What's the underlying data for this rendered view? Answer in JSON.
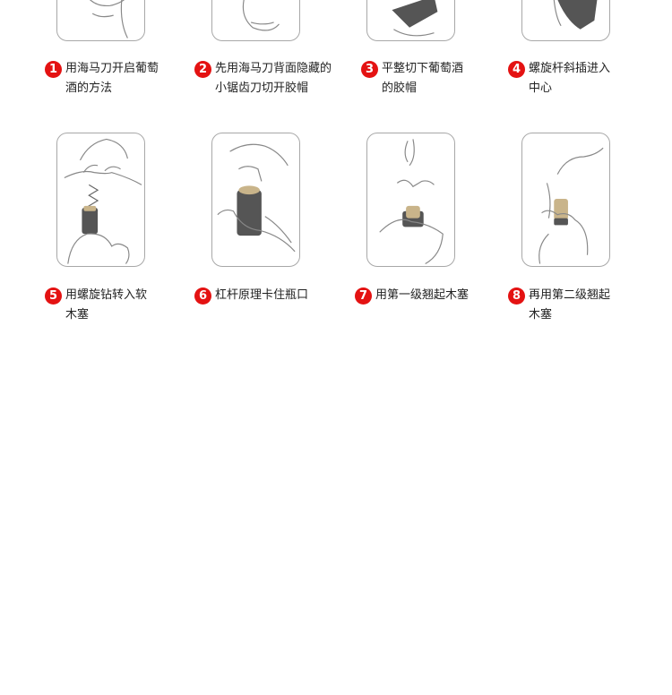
{
  "accent_color": "#e41212",
  "steps": [
    {
      "num": "1",
      "text": "用海马刀开启葡萄酒的方法"
    },
    {
      "num": "2",
      "text": "先用海马刀背面隐藏的小锯齿刀切开胶帽"
    },
    {
      "num": "3",
      "text": "平整切下葡萄酒的胶帽"
    },
    {
      "num": "4",
      "text": "螺旋杆斜插进入中心"
    },
    {
      "num": "5",
      "text": "用螺旋钻转入软木塞"
    },
    {
      "num": "6",
      "text": "杠杆原理卡住瓶口"
    },
    {
      "num": "7",
      "text": "用第一级翘起木塞"
    },
    {
      "num": "8",
      "text": "再用第二级翘起木塞"
    }
  ]
}
